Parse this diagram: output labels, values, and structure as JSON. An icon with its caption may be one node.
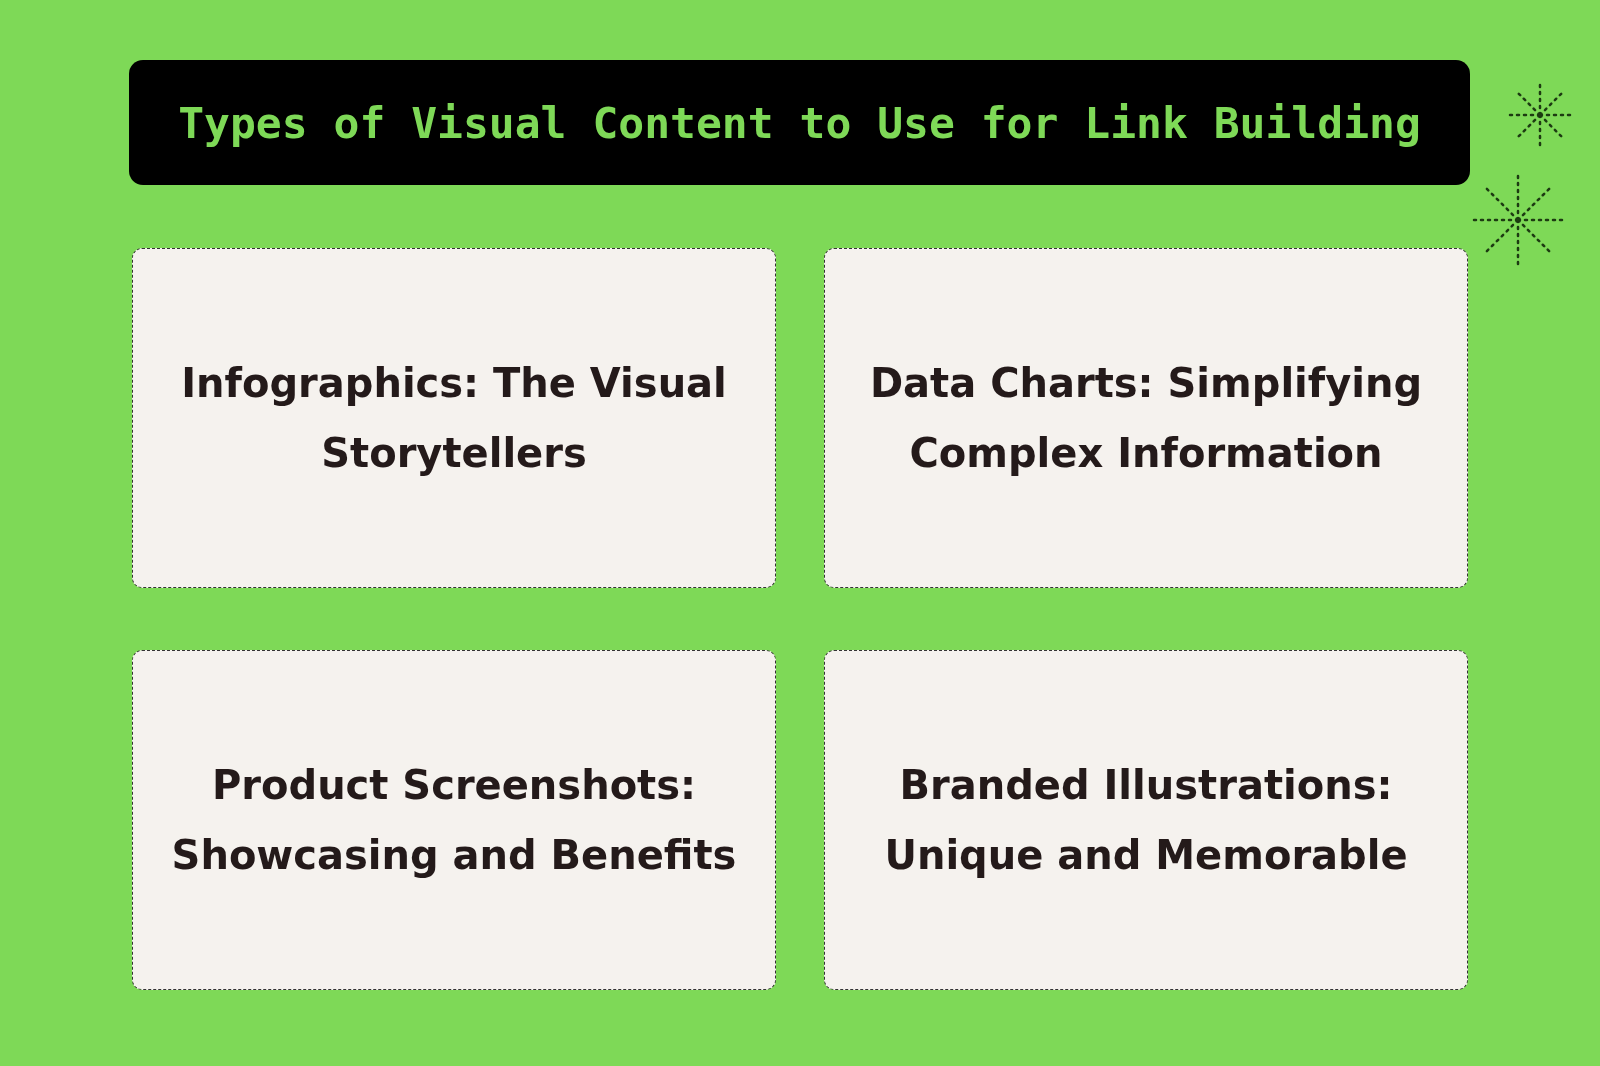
{
  "diagram": {
    "title": "Types of Visual Content to Use for Link Building",
    "nodes": [
      {
        "text": [
          "Infographics: The Visual Storytellers"
        ]
      },
      {
        "text": [
          "Data Charts: Simplifying Complex Information"
        ]
      },
      {
        "text": [
          "Product Screenshots: Showcasing and Benefits"
        ]
      },
      {
        "text": [
          "Branded Illustrations: Unique and Memorable"
        ]
      }
    ]
  }
}
